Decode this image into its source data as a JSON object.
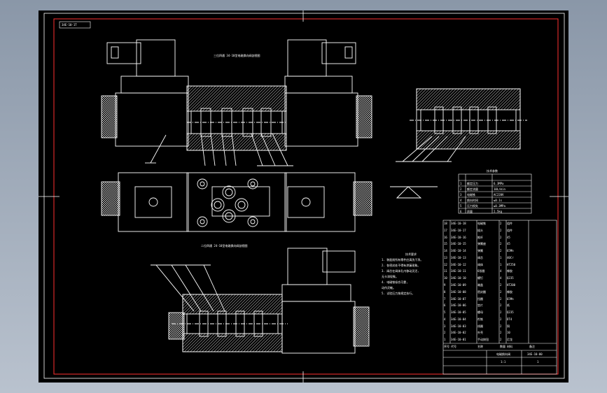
{
  "app": {
    "background_top": "#8a97a8",
    "background_bottom": "#b9c2ce",
    "canvas_color": "#000000"
  },
  "drawing": {
    "stroke_color": "#ffffff",
    "frame_color": "#ff3030",
    "hatch_color": "#ffffff",
    "tag_label": "34E-10-1T",
    "views": [
      {
        "id": "front-section",
        "caption": "三位四通 34-10型电磁换向阀剖视图"
      },
      {
        "id": "top-view",
        "caption": ""
      },
      {
        "id": "side-section",
        "caption": ""
      },
      {
        "id": "bottom-section",
        "caption": "二位四通 24-10型电磁换向阀剖视图"
      }
    ],
    "notes_title": "技术要求",
    "notes": [
      "1.  装配前所有零件应清洗干净。",
      "2.  各密封处不得有渗漏现象。",
      "3.  阀芯在阀体孔内移动灵活,",
      "    无卡滞现象。",
      "4.  电磁铁吸合可靠,",
      "    动作灵敏。",
      "5.  试验压力按规定执行。"
    ],
    "param_table": {
      "title": "技术参数",
      "rows": [
        [
          "1",
          "额定压力",
          "6.3MPa"
        ],
        [
          "2",
          "额定流量",
          "10L/min"
        ],
        [
          "3",
          "电磁铁",
          "AC220V"
        ],
        [
          "4",
          "换向时间",
          "≤0.1s"
        ],
        [
          "5",
          "压力损失",
          "≤0.3MPa"
        ],
        [
          "6",
          "质量",
          "2.5kg"
        ]
      ]
    },
    "parts_list": {
      "headers": [
        "序号",
        "代号",
        "名称",
        "数量",
        "材料",
        "备注"
      ],
      "rows": [
        [
          "18",
          "34E-10-18",
          "电磁铁",
          "2",
          "组件",
          ""
        ],
        [
          "17",
          "34E-10-17",
          "插头",
          "2",
          "组件",
          ""
        ],
        [
          "16",
          "34E-10-16",
          "推杆",
          "2",
          "45",
          ""
        ],
        [
          "15",
          "34E-10-15",
          "弹簧座",
          "2",
          "45",
          ""
        ],
        [
          "14",
          "34E-10-14",
          "弹簧",
          "2",
          "65Mn",
          ""
        ],
        [
          "13",
          "34E-10-13",
          "阀芯",
          "1",
          "40Cr",
          ""
        ],
        [
          "12",
          "34E-10-12",
          "阀体",
          "1",
          "HT250",
          ""
        ],
        [
          "11",
          "34E-10-11",
          "O形圈",
          "4",
          "橡胶",
          ""
        ],
        [
          "10",
          "34E-10-10",
          "螺钉",
          "4",
          "Q235",
          ""
        ],
        [
          "9",
          "34E-10-09",
          "端盖",
          "2",
          "HT200",
          ""
        ],
        [
          "8",
          "34E-10-08",
          "密封圈",
          "2",
          "橡胶",
          ""
        ],
        [
          "7",
          "34E-10-07",
          "挡圈",
          "2",
          "65Mn",
          ""
        ],
        [
          "6",
          "34E-10-06",
          "垫片",
          "2",
          "纸",
          ""
        ],
        [
          "5",
          "34E-10-05",
          "螺母",
          "2",
          "Q235",
          ""
        ],
        [
          "4",
          "34E-10-04",
          "衔铁",
          "2",
          "DT4",
          ""
        ],
        [
          "3",
          "34E-10-03",
          "线圈",
          "2",
          "铜",
          ""
        ],
        [
          "2",
          "34E-10-02",
          "外壳",
          "2",
          "10",
          ""
        ],
        [
          "1",
          "34E-10-01",
          "手动按钮",
          "2",
          "尼龙",
          ""
        ]
      ]
    },
    "title_block": {
      "drawing_title": "电磁换向阀",
      "drawing_number": "34E-10-00",
      "scale": "1:1",
      "sheet": "1"
    }
  }
}
